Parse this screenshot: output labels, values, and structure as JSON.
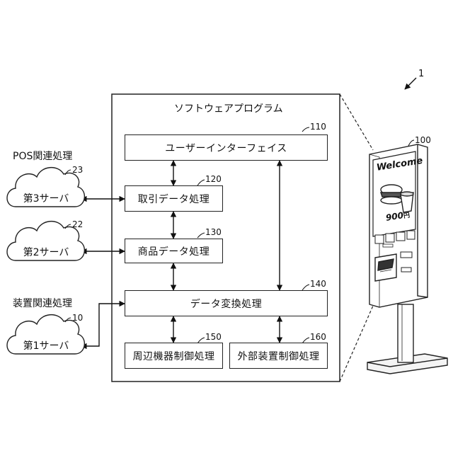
{
  "figure_number": "1",
  "software": {
    "title": "ソフトウェアプログラム",
    "modules": [
      {
        "ref": "110",
        "label": "ユーザーインターフェイス"
      },
      {
        "ref": "120",
        "label": "取引データ処理"
      },
      {
        "ref": "130",
        "label": "商品データ処理"
      },
      {
        "ref": "140",
        "label": "データ変換処理"
      },
      {
        "ref": "150",
        "label": "周辺機器制御処理"
      },
      {
        "ref": "160",
        "label": "外部装置制御処理"
      }
    ]
  },
  "groups": {
    "pos": "POS関連処理",
    "device": "装置関連処理"
  },
  "servers": [
    {
      "ref": "23",
      "label": "第3サーバ"
    },
    {
      "ref": "22",
      "label": "第2サーバ"
    },
    {
      "ref": "10",
      "label": "第1サーバ"
    }
  ],
  "kiosk": {
    "ref": "100",
    "welcome": "Welcome",
    "price": "900",
    "currency": "円"
  }
}
